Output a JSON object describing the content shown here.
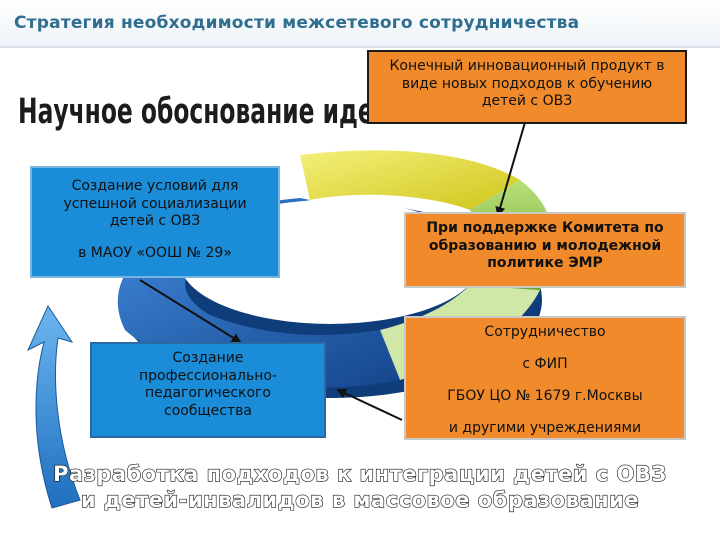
{
  "slide_title": "Стратегия необходимости межсетевого сотрудничества",
  "heading": "Научное обоснование идеи",
  "boxes": {
    "product": "Конечный инновационный продукт в виде новых подходов к обучению детей с ОВЗ",
    "conditions_line1": "Создание условий для успешной социализации детей с ОВЗ",
    "conditions_line2": "в МАОУ «ООШ № 29»",
    "support": "При поддержке Комитета по образованию и молодежной политике ЭМР",
    "community": "Создание профессионально-педагогического сообщества",
    "cooperation_lines": [
      "Сотрудничество",
      "с ФИП",
      "ГБОУ ЦО № 1679 г.Москвы",
      "и другими учреждениями"
    ]
  },
  "footer": {
    "line1": "Разработка подходов к интеграции детей с ОВЗ",
    "line2": "и детей-инвалидов в массовое образование"
  },
  "colors": {
    "title": "#2f6e8f",
    "orange_box": "#f08a2a",
    "blue_box": "#1a8cd8",
    "ring_yellow": "#e8e23a",
    "ring_green": "#8cc63f",
    "ring_blue": "#1f5fb4",
    "arrow_blue": "#3a8fd8"
  }
}
